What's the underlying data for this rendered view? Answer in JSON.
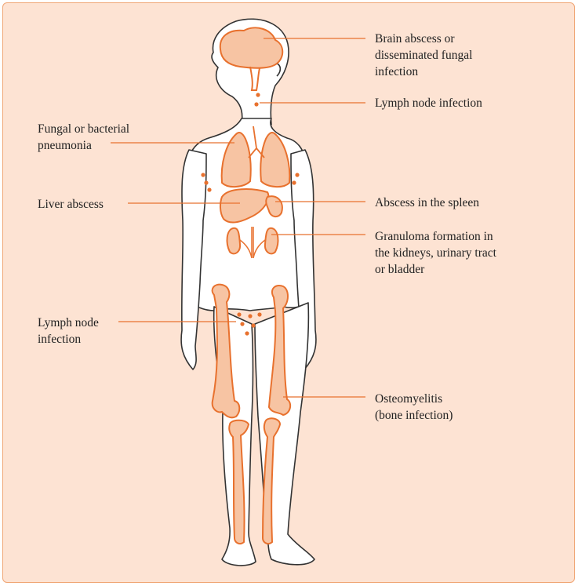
{
  "colors": {
    "background": "#fde3d3",
    "border": "#f0a675",
    "organ_fill": "#f7c4a3",
    "organ_stroke": "#e8712e",
    "leader_line": "#e8712e",
    "body_fill": "#ffffff",
    "body_outline": "#333333"
  },
  "labels": {
    "brain": "Brain abscess or\ndisseminated fungal\ninfection",
    "lymph_neck": "Lymph node infection",
    "pneumonia": "Fungal or bacterial\npneumonia",
    "liver": "Liver abscess",
    "spleen": "Abscess in the spleen",
    "kidneys": "Granuloma formation in\nthe kidneys, urinary tract\nor bladder",
    "lymph_groin": "Lymph node\ninfection",
    "osteomyelitis": "Osteomyelitis\n(bone infection)"
  }
}
